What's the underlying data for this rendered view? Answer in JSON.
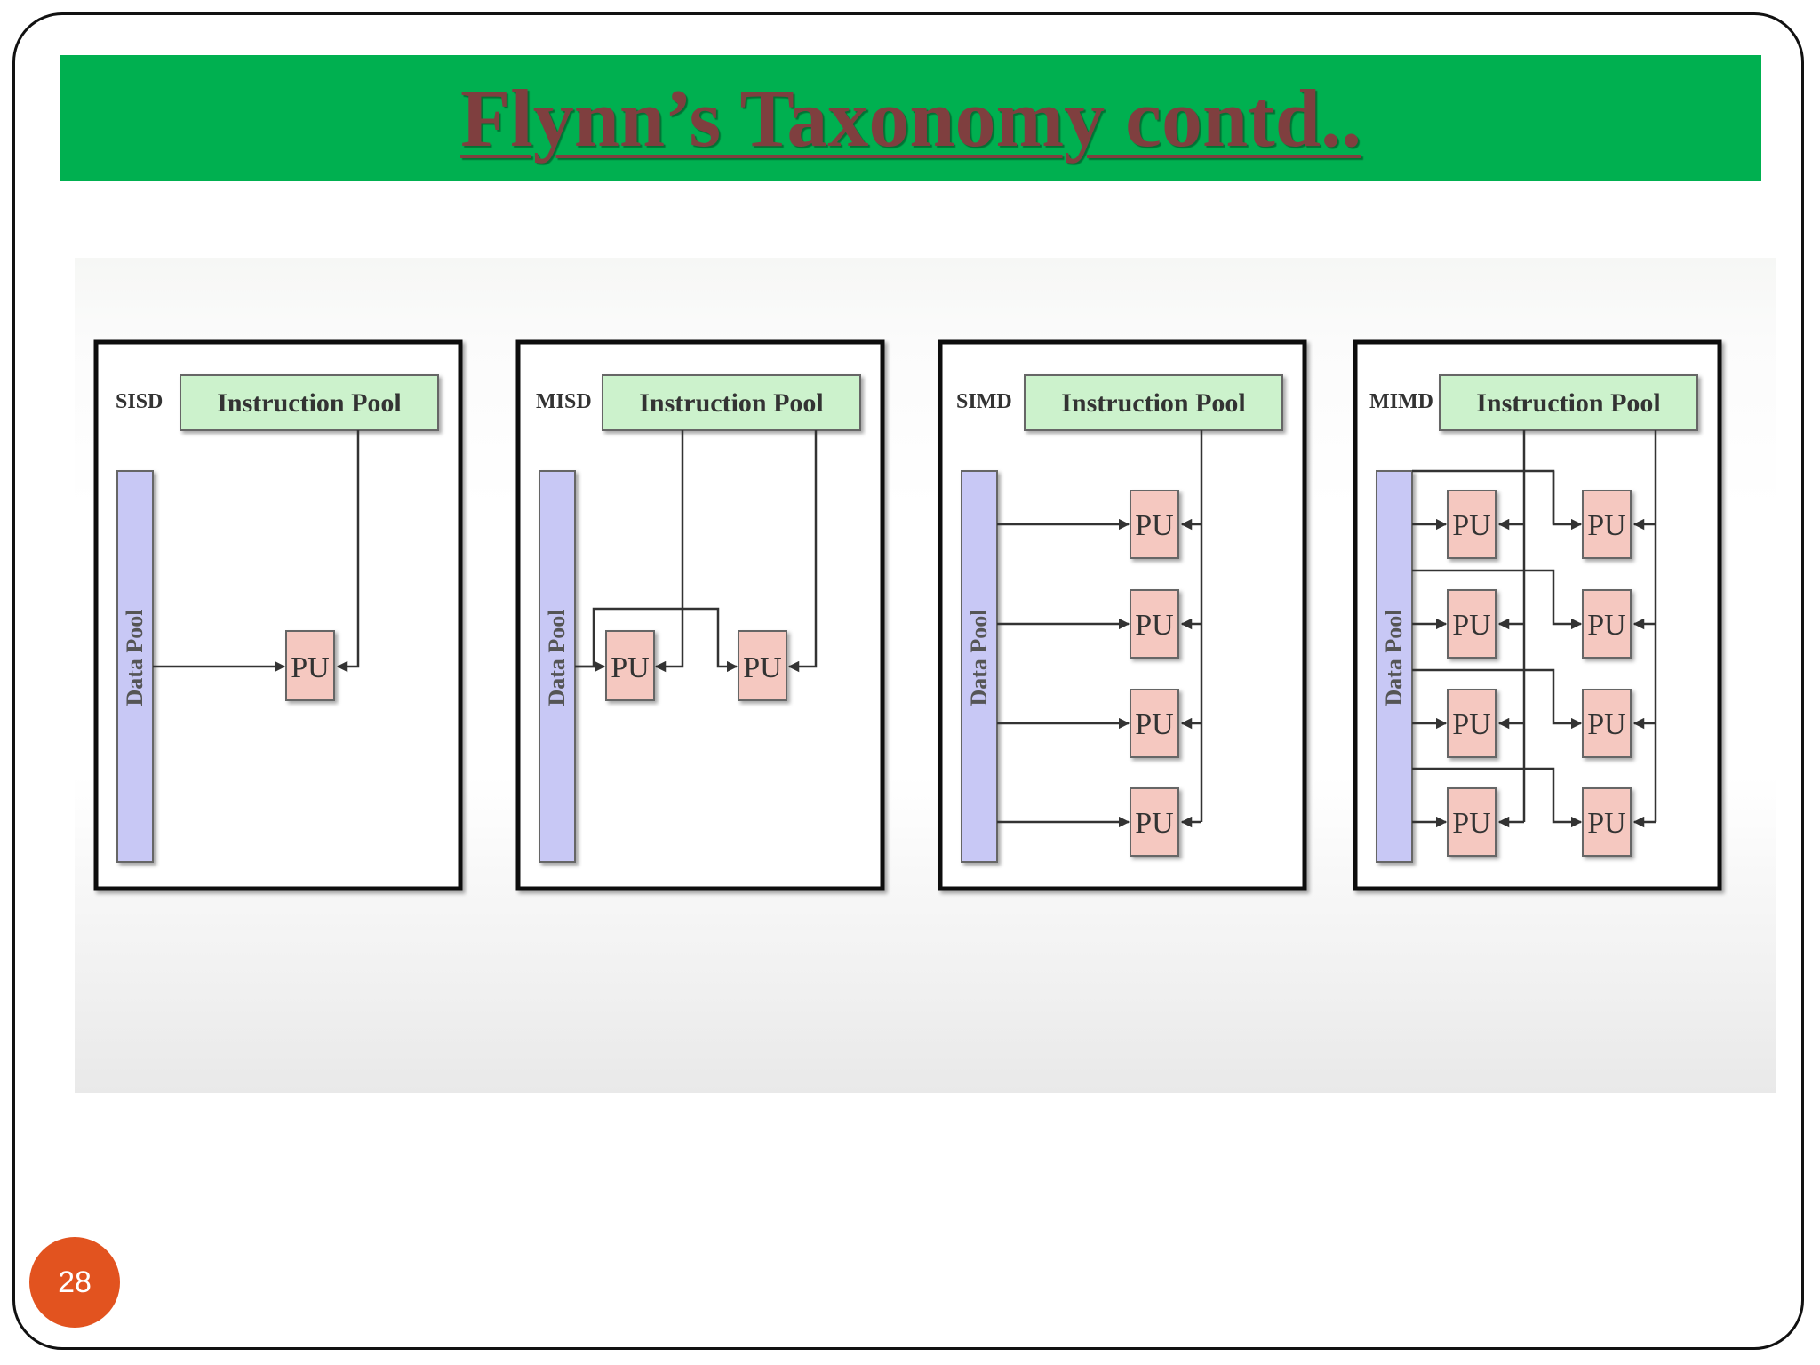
{
  "slide": {
    "title": "Flynn’s Taxonomy contd..",
    "page_number": "28"
  },
  "diagrams": [
    {
      "tag": "SISD",
      "instruction_label": "Instruction Pool",
      "data_label": "Data Pool",
      "pu_label": "PU"
    },
    {
      "tag": "MISD",
      "instruction_label": "Instruction Pool",
      "data_label": "Data Pool",
      "pu_label": "PU"
    },
    {
      "tag": "SIMD",
      "instruction_label": "Instruction Pool",
      "data_label": "Data Pool",
      "pu_label": "PU"
    },
    {
      "tag": "MIMD",
      "instruction_label": "Instruction Pool",
      "data_label": "Data Pool",
      "pu_label": "PU"
    }
  ],
  "colors": {
    "title_bar": "#00b050",
    "title_text": "#7f3f3f",
    "instruction_pool": "#ccf2cc",
    "data_pool": "#c8c8f5",
    "pu": "#f5c8c0",
    "page_badge": "#e2531f"
  }
}
